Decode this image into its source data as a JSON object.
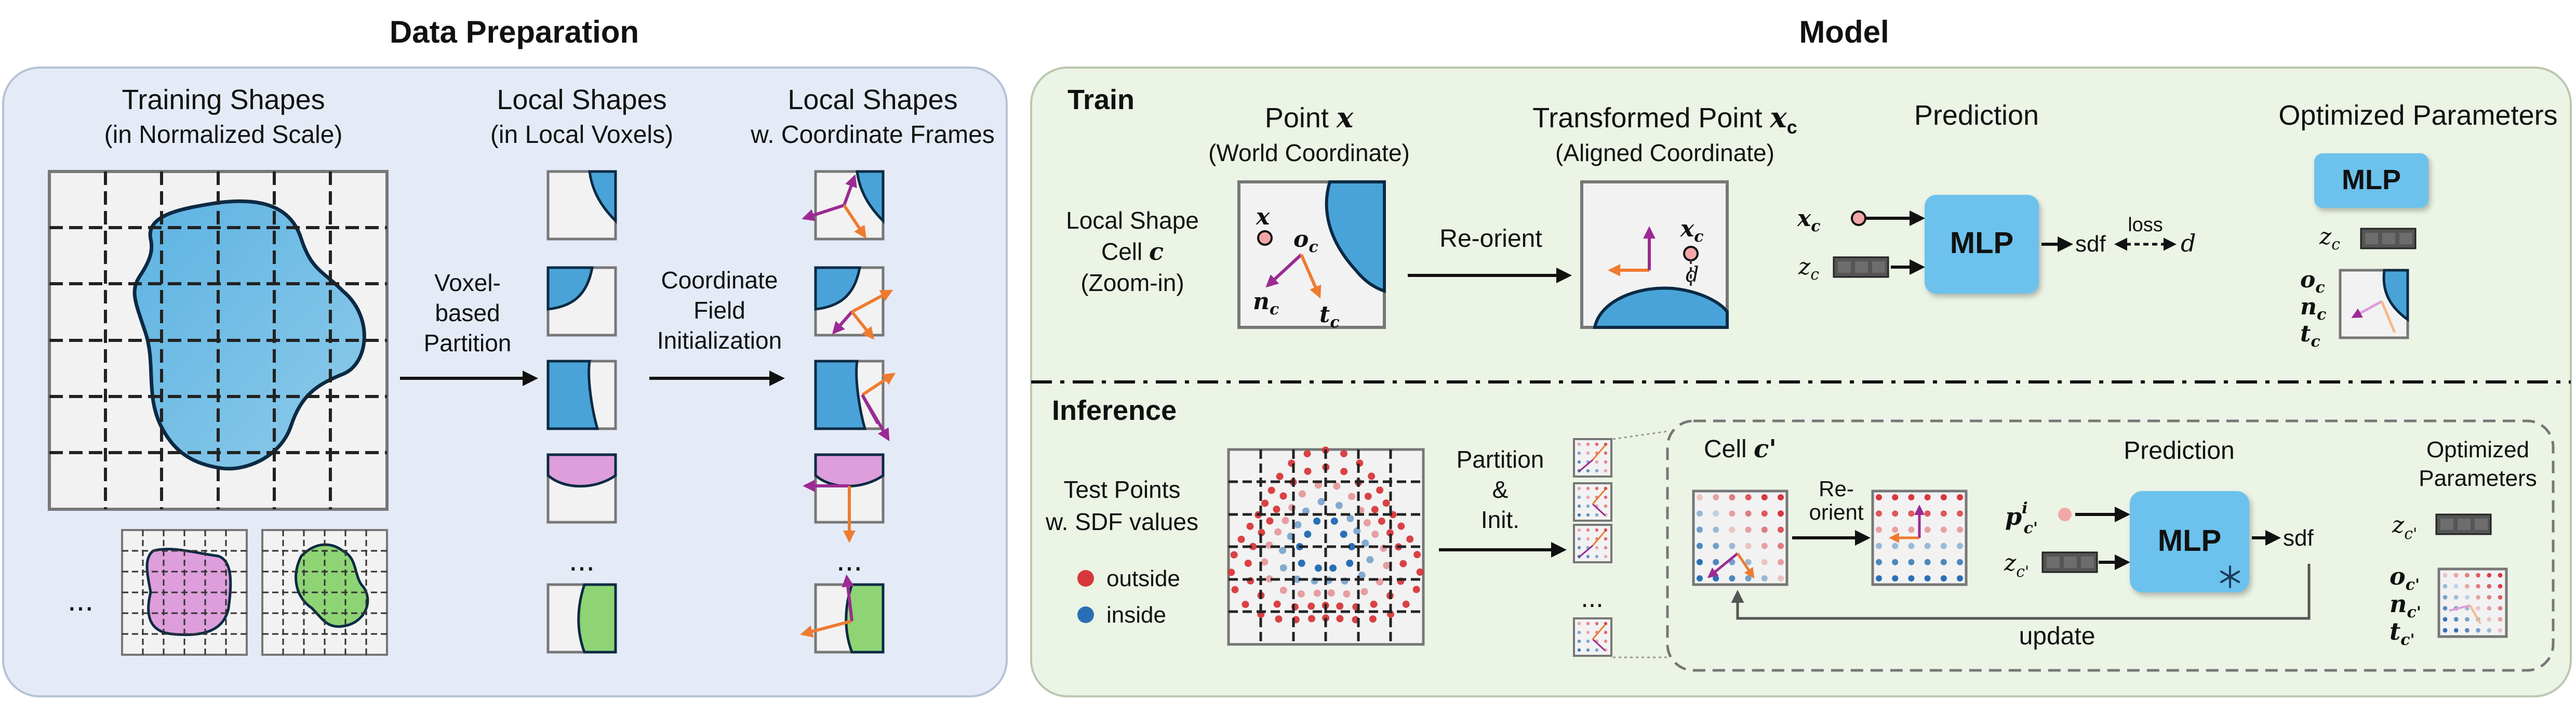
{
  "colors": {
    "left_panel_bg": "#e4ebf7",
    "right_panel_bg": "#ebf4e5",
    "shape_blue": "#4aa3d8",
    "shape_blue_light": "#8ecbea",
    "shape_pink": "#dd9edb",
    "shape_green": "#8ed475",
    "mlp_blue": "#6cc2ec",
    "arrow_purple": "#9b2a93",
    "arrow_orange": "#ee7b30",
    "point_red": "#d8373b",
    "point_blue": "#2a6fb5",
    "latent_gray": "#555555"
  },
  "data_preparation": {
    "title": "Data Preparation",
    "training_shapes": {
      "title": "Training Shapes",
      "subtitle": "(in Normalized Scale)",
      "ellipsis": "..."
    },
    "local_shapes": {
      "title": "Local Shapes",
      "subtitle": "(in Local Voxels)",
      "ellipsis": "..."
    },
    "local_frames": {
      "title": "Local Shapes",
      "subtitle": "w. Coordinate Frames",
      "ellipsis": "..."
    },
    "partition_label": [
      "Voxel-",
      "based",
      "Partition"
    ],
    "coord_init_label": [
      "Coordinate",
      "Field",
      "Initialization"
    ]
  },
  "model": {
    "title": "Model",
    "train": {
      "label": "Train",
      "cell_label": [
        "Local Shape",
        "Cell",
        "(Zoom-in)"
      ],
      "cell_symbol": "c",
      "point_title": "Point",
      "point_symbol": "x",
      "point_subtitle": "(World Coordinate)",
      "transformed_title": "Transformed Point",
      "transformed_symbol": "x",
      "transformed_subscript": "c",
      "transformed_subtitle": "(Aligned Coordinate)",
      "reorient_label": "Re-orient",
      "prediction_title": "Prediction",
      "optimized_title": "Optimized Parameters",
      "mlp_label": "MLP",
      "sdf_label": "sdf",
      "loss_label": "loss",
      "d_label": "d",
      "x_label": "x",
      "o_label": "o",
      "n_label": "n",
      "t_label": "t",
      "z_label": "z",
      "sub_c": "c"
    },
    "inference": {
      "label": "Inference",
      "test_points_label": [
        "Test Points",
        "w. SDF values"
      ],
      "legend_outside": "outside",
      "legend_inside": "inside",
      "partition_label": [
        "Partition",
        "&",
        "Init."
      ],
      "ellipsis": "...",
      "cell_title": "Cell",
      "cell_symbol": "c'",
      "reorient_label": [
        "Re-",
        "orient"
      ],
      "prediction_title": "Prediction",
      "optimized_title": [
        "Optimized",
        "Parameters"
      ],
      "mlp_label": "MLP",
      "sdf_label": "sdf",
      "update_label": "update",
      "p_label": "p",
      "p_sup": "i",
      "sub_cprime": "c'",
      "z_label": "z",
      "o_label": "o",
      "n_label": "n",
      "t_label": "t"
    }
  }
}
